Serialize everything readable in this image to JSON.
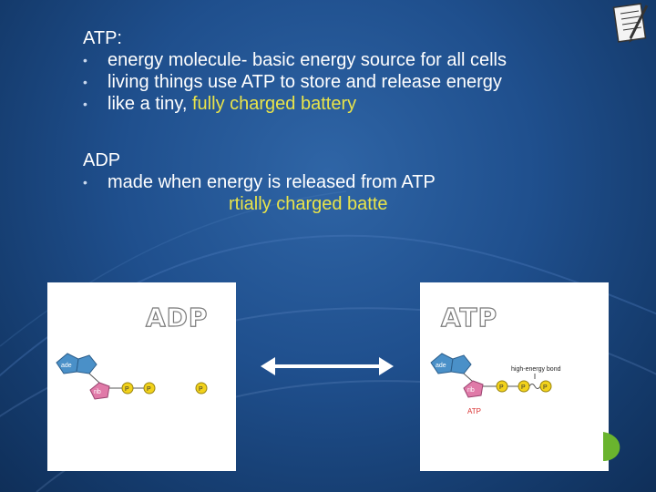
{
  "slide": {
    "heading_atp": "ATP:",
    "atp_bullets": [
      {
        "text": "energy molecule- basic energy source for all cells",
        "highlight": ""
      },
      {
        "text": "living things use ATP to store and release energy",
        "highlight": ""
      },
      {
        "text": "like a tiny, ",
        "highlight": "fully charged battery"
      }
    ],
    "heading_adp": "ADP",
    "adp_bullets": [
      {
        "text": "made when energy is released from ATP"
      },
      {
        "text": "",
        "highlight": "rtially charged batte"
      }
    ],
    "bullet_glyph": "•"
  },
  "diagram": {
    "left_label": "ADP",
    "right_label": "ATP",
    "adp_molecule": {
      "ade": "ade",
      "rib": "rib",
      "p1": "P",
      "p2": "P",
      "p_free": "P"
    },
    "atp_molecule": {
      "ade": "ade",
      "rib": "rib",
      "p1": "P",
      "p2": "P",
      "p3": "P",
      "bond_label": "high-energy bond",
      "caption": "ATP"
    }
  },
  "colors": {
    "background": "#1f4f8d",
    "highlight_text": "#e9e44a",
    "adenine": "#4a90c8",
    "ribose": "#e07aa8",
    "phosphate": "#f2d21b",
    "atp_caption": "#d93030"
  },
  "icons": {
    "corner": "notepad-pencil-icon",
    "arrow": "double-headed-arrow-icon"
  }
}
